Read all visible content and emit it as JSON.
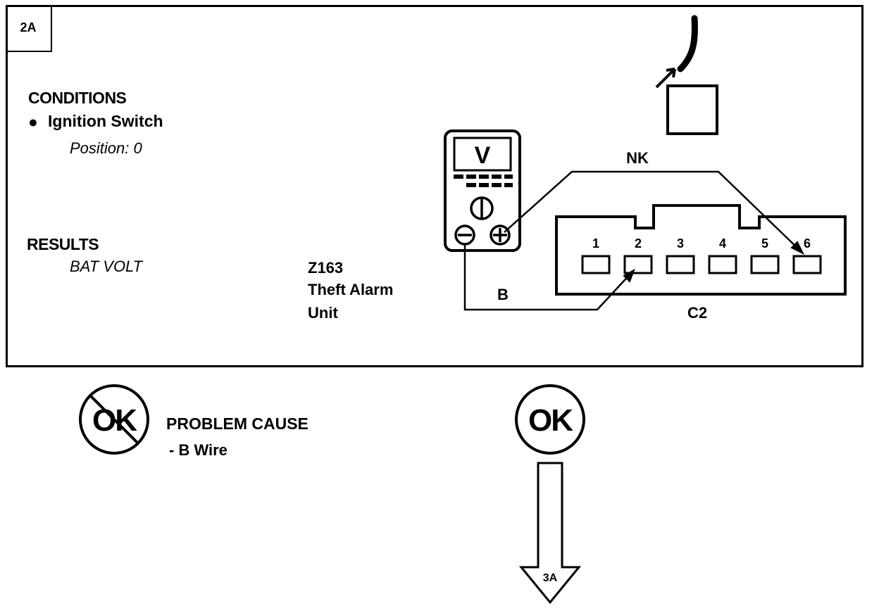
{
  "step": {
    "id": "2A"
  },
  "conditions": {
    "title": "CONDITIONS",
    "bullet": "●",
    "item_label": "Ignition Switch",
    "item_sub": "Position: 0"
  },
  "results": {
    "title": "RESULTS",
    "value": "BAT VOLT"
  },
  "unit": {
    "code": "Z163",
    "name_line1": "Theft Alarm",
    "name_line2": "Unit"
  },
  "meter": {
    "display": "V",
    "minus_symbol": "−",
    "plus_symbol": "+"
  },
  "wires": {
    "upper_label": "NK",
    "lower_label": "B"
  },
  "connector": {
    "label": "C2",
    "pins": [
      "1",
      "2",
      "3",
      "4",
      "5",
      "6"
    ]
  },
  "outcomes": {
    "not_ok_symbol": "OK",
    "problem_title": "PROBLEM CAUSE",
    "problem_item": "- B Wire",
    "ok_symbol": "OK",
    "next_step": "3A"
  }
}
